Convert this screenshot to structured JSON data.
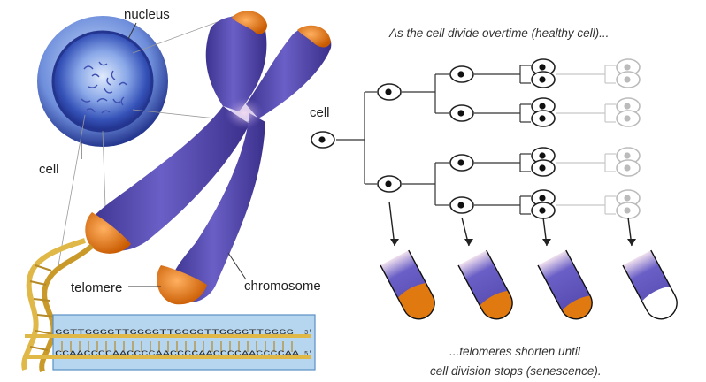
{
  "labels": {
    "nucleus": "nucleus",
    "cell_left": "cell",
    "telomere": "telomere",
    "chromosome": "chromosome",
    "cell_tree": "cell"
  },
  "captions": {
    "top": "As the cell divide overtime (healthy cell)...",
    "bottom_line1": "...telomeres shorten until",
    "bottom_line2": "cell division stops (senescence)."
  },
  "dna_strip": {
    "top_row": "GGTTGGGGTTGGGGTTGGGGTTGGGGTTGGGG",
    "bottom_row": "CCAACCCCAACCCCAACCCCAACCCCAACCCCAA",
    "end_mark_top": "3'",
    "end_mark_bottom": "5'"
  },
  "colors": {
    "chromosome": "#5a4fb0",
    "telomere_cap": "#e07a10",
    "nucleus_ring": "#2b3f9e",
    "dna_band": "#a9cdea",
    "dna_helix": "#e0b848"
  },
  "telomere_tips": [
    {
      "stage": 1,
      "cap_fraction": 0.45
    },
    {
      "stage": 2,
      "cap_fraction": 0.32
    },
    {
      "stage": 3,
      "cap_fraction": 0.22
    },
    {
      "stage": 4,
      "cap_fraction": 0.0
    }
  ]
}
